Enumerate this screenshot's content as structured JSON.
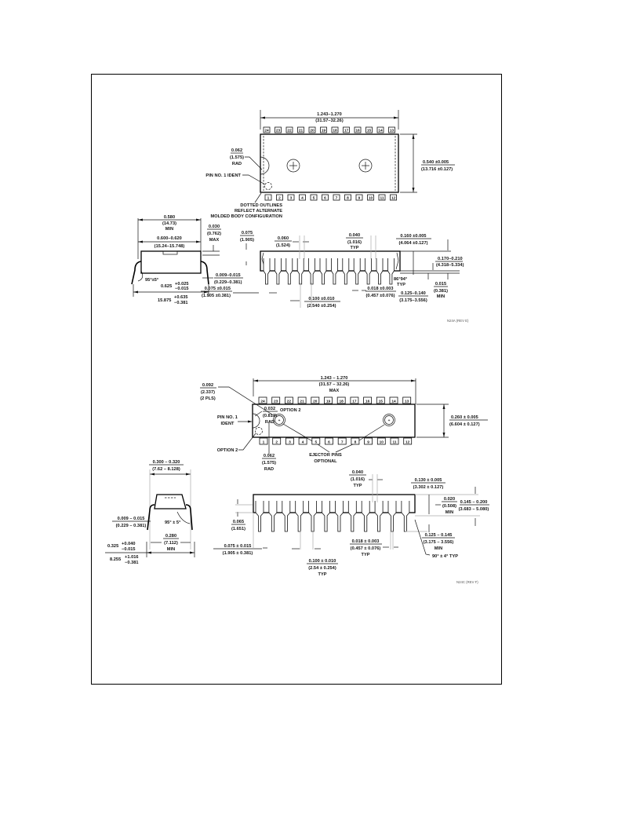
{
  "page": {
    "background": "#ffffff",
    "ink": "#111111"
  },
  "pkg1": {
    "top_view": {
      "length": "1.243–1.270",
      "length_mm": "(31.57–32.26)",
      "width": "0.540 ±0.005",
      "width_mm": "(13.716 ±0.127)",
      "notch_rad": "0.062",
      "notch_rad_mm": "(1.575)",
      "notch_rad_label": "RAD",
      "pin1_ident": "PIN NO. 1 IDENT",
      "dotted_note_1": "DOTTED OUTLINES",
      "dotted_note_2": "REFLECT ALTERNATE",
      "dotted_note_3": "MOLDED BODY CONFIGURATION",
      "pins_top": [
        "24",
        "23",
        "22",
        "21",
        "20",
        "19",
        "18",
        "17",
        "16",
        "15",
        "14",
        "13"
      ],
      "pins_bottom": [
        "1",
        "2",
        "3",
        "4",
        "5",
        "6",
        "7",
        "8",
        "9",
        "10",
        "11",
        "12"
      ]
    },
    "end_view": {
      "row_spacing": "0.580",
      "row_spacing_mm": "(14.73)",
      "row_spacing_note": "MIN",
      "body_width": "0.600–0.620",
      "body_width_mm": "(15.24–15.748)",
      "standoff": "0.030",
      "standoff_mm": "(0.762)",
      "standoff_note": "MAX",
      "angle": "95°±5°",
      "lead_thk": "0.009–0.015",
      "lead_thk_mm": "(0.229–0.381)",
      "overall": "0.625",
      "overall_plus": "+0.025",
      "overall_minus": "−0.015",
      "overall_mm": "15.875",
      "overall_mm_plus": "+0.635",
      "overall_mm_minus": "−0.381"
    },
    "side_view": {
      "shoulder": "0.075",
      "shoulder_mm": "(1.905)",
      "lead_w": "0.060",
      "lead_w_mm": "(1.524)",
      "pitch_w": "0.040",
      "pitch_w_mm": "(1.016)",
      "pitch_w_note": "TYP",
      "height": "0.160 ±0.005",
      "height_mm": "(4.064 ±0.127)",
      "seat": "0.170–0.210",
      "seat_mm": "(4.318–5.334)",
      "angle": "86°94°",
      "angle_note": "TYP",
      "clear": "0.015",
      "clear_mm": "(0.381)",
      "clear_note": "MIN",
      "end_lead": "0.075 ±0.015",
      "end_lead_mm": "(1.905 ±0.381)",
      "pitch": "0.100 ±0.010",
      "pitch_mm": "(2.540 ±0.254)",
      "lead_dia": "0.018 ±0.003",
      "lead_dia_mm": "(0.457 ±0.076)",
      "lead_len": "0.125–0.140",
      "lead_len_mm": "(3.175–3.556)",
      "lead_len_note": "MIN"
    },
    "drawing_id": "N24A (REV E)"
  },
  "pkg2": {
    "top_view": {
      "length": "1.243 – 1.270",
      "length_mm": "(31.57 – 32.26)",
      "length_note": "MAX",
      "ejector_rad": "0.092",
      "ejector_rad_mm": "(2.337)",
      "ejector_rad_note": "(2 PLS)",
      "opt2_rad": "0.032",
      "opt2_rad_mm": "(0.813)",
      "opt2_rad_note": "RAD",
      "opt2_label": "OPTION 2",
      "width": "0.260 ± 0.005",
      "width_mm": "(6.604 ± 0.127)",
      "pin1_ident_1": "PIN NO. 1",
      "pin1_ident_2": "IDENT",
      "option2_left": "OPTION 2",
      "notch_rad": "0.062",
      "notch_rad_mm": "(1.575)",
      "notch_rad_label": "RAD",
      "ejector_1": "EJECTOR PINS",
      "ejector_2": "OPTIONAL",
      "pins_top": [
        "24",
        "23",
        "22",
        "21",
        "20",
        "19",
        "18",
        "17",
        "16",
        "15",
        "14",
        "13"
      ],
      "pins_bottom": [
        "1",
        "2",
        "3",
        "4",
        "5",
        "6",
        "7",
        "8",
        "9",
        "10",
        "11",
        "12"
      ]
    },
    "end_view": {
      "row": "0.300 – 0.320",
      "row_mm": "(7.62 – 8.128)",
      "lead_thk": "0.009 – 0.015",
      "lead_thk_mm": "(0.229 – 0.381)",
      "angle": "95° ± 5°",
      "min_w": "0.280",
      "min_w_mm": "(7.112)",
      "min_w_note": "MIN",
      "overall": "0.325",
      "overall_plus": "+0.040",
      "overall_minus": "−0.015",
      "overall_mm": "8.255",
      "overall_mm_plus": "+1.016",
      "overall_mm_minus": "−0.381"
    },
    "side_view": {
      "pitch_w": "0.040",
      "pitch_w_mm": "(1.016)",
      "pitch_w_note": "TYP",
      "height": "0.130 ± 0.005",
      "height_mm": "(3.302 ± 0.127)",
      "clear": "0.020",
      "clear_mm": "(0.508)",
      "clear_note": "MIN",
      "seat": "0.145 – 0.200",
      "seat_mm": "(3.683 – 5.080)",
      "shoulder": "0.065",
      "shoulder_mm": "(1.651)",
      "lead_len": "0.125 – 0.145",
      "lead_len_mm": "(3.175 – 3.556)",
      "lead_len_note": "MIN",
      "end_lead": "0.075 ± 0.015",
      "end_lead_mm": "(1.905 ± 0.381)",
      "lead_dia": "0.018 ± 0.003",
      "lead_dia_mm": "(0.457 ± 0.076)",
      "lead_dia_note": "TYP",
      "angle": "90° ± 4° TYP",
      "pitch": "0.100 ± 0.010",
      "pitch_mm": "(2.54 ± 0.254)",
      "pitch_note": "TYP"
    },
    "drawing_id": "N24C (REV F)"
  }
}
